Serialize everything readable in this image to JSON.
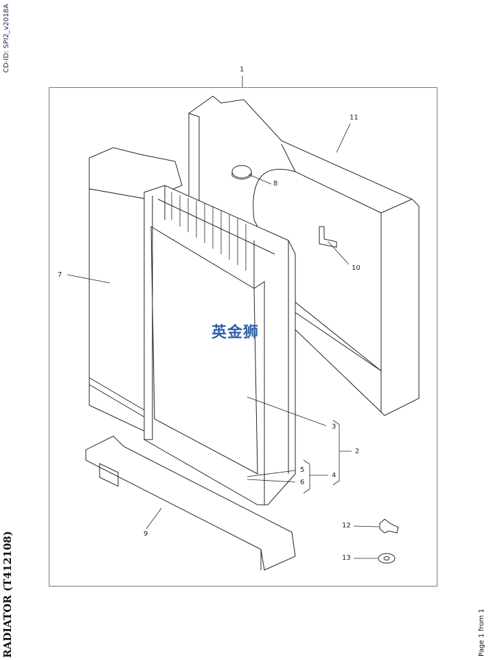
{
  "cd_id": "CD-ID: SPI2_v2018A",
  "title": "RADIATOR (T412108)",
  "page_label": "Page 1 from 1",
  "watermark": "英金狮",
  "callouts": {
    "c1": "1",
    "c2": "2",
    "c3": "3",
    "c4": "4",
    "c5": "5",
    "c6": "6",
    "c7": "7",
    "c8": "8",
    "c9": "9",
    "c10": "10",
    "c11": "11",
    "c12": "12",
    "c13": "13"
  }
}
